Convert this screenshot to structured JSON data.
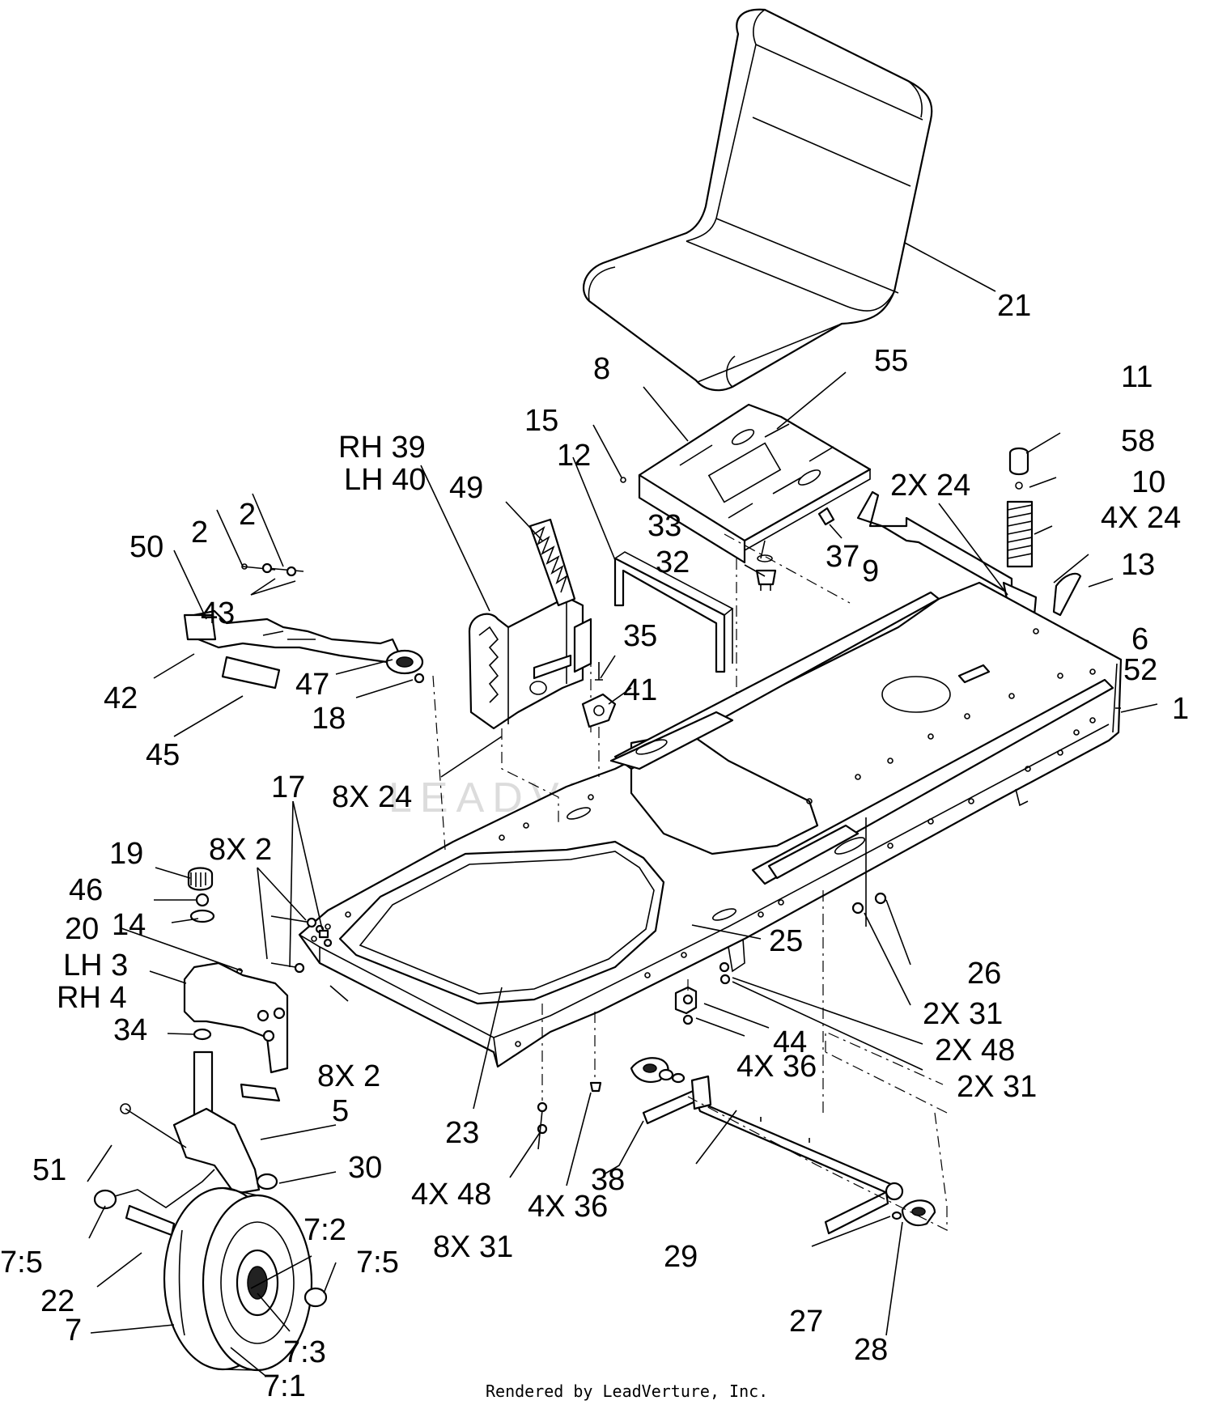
{
  "diagram": {
    "callouts": {
      "seat": "21",
      "seat_plate": "8",
      "p55": "55",
      "p15": "15",
      "p12": "12",
      "p11": "11",
      "p58": "58",
      "p10": "10",
      "p4x24_top": "4X 24",
      "p13": "13",
      "p2x24": "2X 24",
      "p37": "37",
      "p9": "9",
      "p33": "33",
      "p32": "32",
      "p6": "6",
      "p52": "52",
      "p1": "1",
      "rh39": "RH 39",
      "lh40": "LH 40",
      "p49": "49",
      "p35": "35",
      "p41": "41",
      "p8x24": "8X 24",
      "p50": "50",
      "p2a": "2",
      "p2b": "2",
      "p43": "43",
      "p42": "42",
      "p47": "47",
      "p18": "18",
      "p45": "45",
      "p17": "17",
      "p8x2_top": "8X 2",
      "p19": "19",
      "p46": "46",
      "p20": "20",
      "p14": "14",
      "lh3": "LH 3",
      "rh4": "RH 4",
      "p34": "34",
      "p8x2_bot": "8X 2",
      "p5": "5",
      "p51": "51",
      "p30": "30",
      "p23": "23",
      "p25": "25",
      "p26": "26",
      "p2x31_a": "2X 31",
      "p44": "44",
      "p4x36_a": "4X 36",
      "p2x48": "2X 48",
      "p2x31_b": "2X 31",
      "p4x48": "4X 48",
      "p8x31": "8X 31",
      "p4x36_b": "4X 36",
      "p38": "38",
      "p29": "29",
      "p27": "27",
      "p28": "28",
      "p7_5a": "7:5",
      "p22": "22",
      "p7": "7",
      "p7_2": "7:2",
      "p7_5b": "7:5",
      "p7_3": "7:3",
      "p7_1": "7:1"
    },
    "watermark": "LEADVENTURE",
    "footer": "Rendered by LeadVerture, Inc."
  }
}
